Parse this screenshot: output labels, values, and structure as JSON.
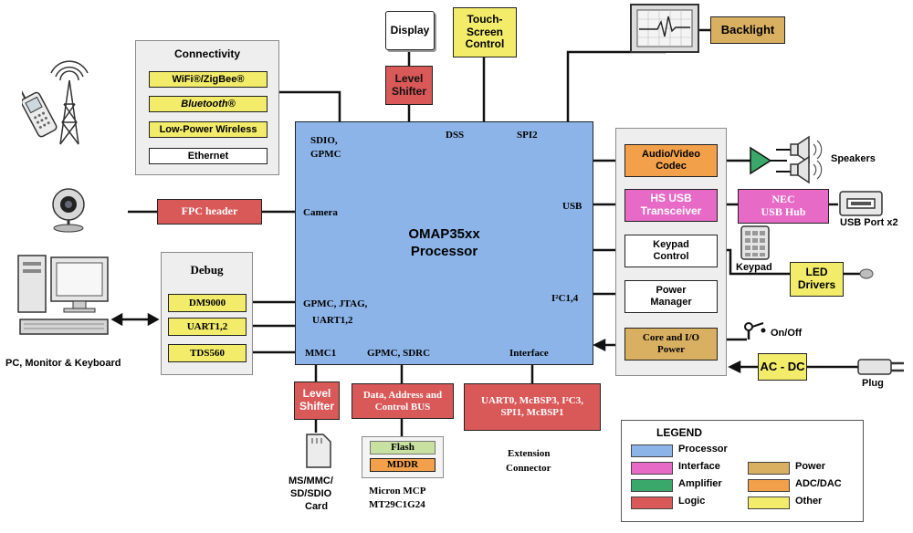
{
  "colors": {
    "processor": "#8cb4e8",
    "interface": "#e66ac6",
    "amplifier": "#3aa86a",
    "logic": "#d95858",
    "power": "#d9b062",
    "adc_dac": "#f2a14a",
    "other": "#f2ec6a"
  },
  "processor": {
    "title_line1": "OMAP35xx",
    "title_line2": "Processor",
    "ports": {
      "sdio": "SDIO,",
      "gpmc": "GPMC",
      "dss": "DSS",
      "spi2": "SPI2",
      "camera": "Camera",
      "usb": "USB",
      "gpmc_jtag": "GPMC, JTAG,",
      "uart12": "UART1,2",
      "i2c14": "I²C1,4",
      "mmc1": "MMC1",
      "gpmc_sdrc": "GPMC, SDRC",
      "interface": "Interface"
    }
  },
  "connectivity": {
    "title": "Connectivity",
    "items": [
      "WiFi®/ZigBee®",
      "Bluetooth®",
      "Low-Power Wireless",
      "Ethernet"
    ]
  },
  "debug": {
    "title": "Debug",
    "items": [
      "DM9000",
      "UART1,2",
      "TDS560"
    ]
  },
  "top": {
    "display": "Display",
    "level_shifter_1": "Level",
    "level_shifter_2": "Shifter",
    "touch_1": "Touch-",
    "touch_2": "Screen",
    "touch_3": "Control",
    "backlight": "Backlight"
  },
  "left": {
    "fpc_header": "FPC header",
    "pc_label": "PC, Monitor & Keyboard"
  },
  "right_panel": {
    "av_codec_1": "Audio/Video",
    "av_codec_2": "Codec",
    "hs_usb_1": "HS USB",
    "hs_usb_2": "Transceiver",
    "keypad_ctrl_1": "Keypad",
    "keypad_ctrl_2": "Control",
    "power_mgr_1": "Power",
    "power_mgr_2": "Manager",
    "core_io_1": "Core and I/O",
    "core_io_2": "Power"
  },
  "right": {
    "speakers": "Speakers",
    "nec_1": "NEC",
    "nec_2": "USB Hub",
    "usb_port": "USB Port  x2",
    "keypad": "Keypad",
    "led_1": "LED",
    "led_2": "Drivers",
    "on_off": "On/Off",
    "ac_dc": "AC - DC",
    "plug": "Plug"
  },
  "bottom": {
    "level_shifter_1": "Level",
    "level_shifter_2": "Shifter",
    "card_1": "MS/MMC/",
    "card_2": "SD/SDIO",
    "card_3": "Card",
    "bus_1": "Data, Address and",
    "bus_2": "Control BUS",
    "flash": "Flash",
    "mddr": "MDDR",
    "micron_1": "Micron MCP",
    "micron_2": "MT29C1G24",
    "uart_1": "UART0, McBSP3, I²C3,",
    "uart_2": "SPI1, McBSP1",
    "ext_1": "Extension",
    "ext_2": "Connector"
  },
  "legend": {
    "title": "LEGEND",
    "items": [
      {
        "label": "Processor",
        "color": "#8cb4e8"
      },
      {
        "label": "Interface",
        "color": "#e66ac6"
      },
      {
        "label": "Amplifier",
        "color": "#3aa86a"
      },
      {
        "label": "Logic",
        "color": "#d95858"
      },
      {
        "label": "Power",
        "color": "#d9b062"
      },
      {
        "label": "ADC/DAC",
        "color": "#f2a14a"
      },
      {
        "label": "Other",
        "color": "#f2ec6a"
      }
    ]
  }
}
